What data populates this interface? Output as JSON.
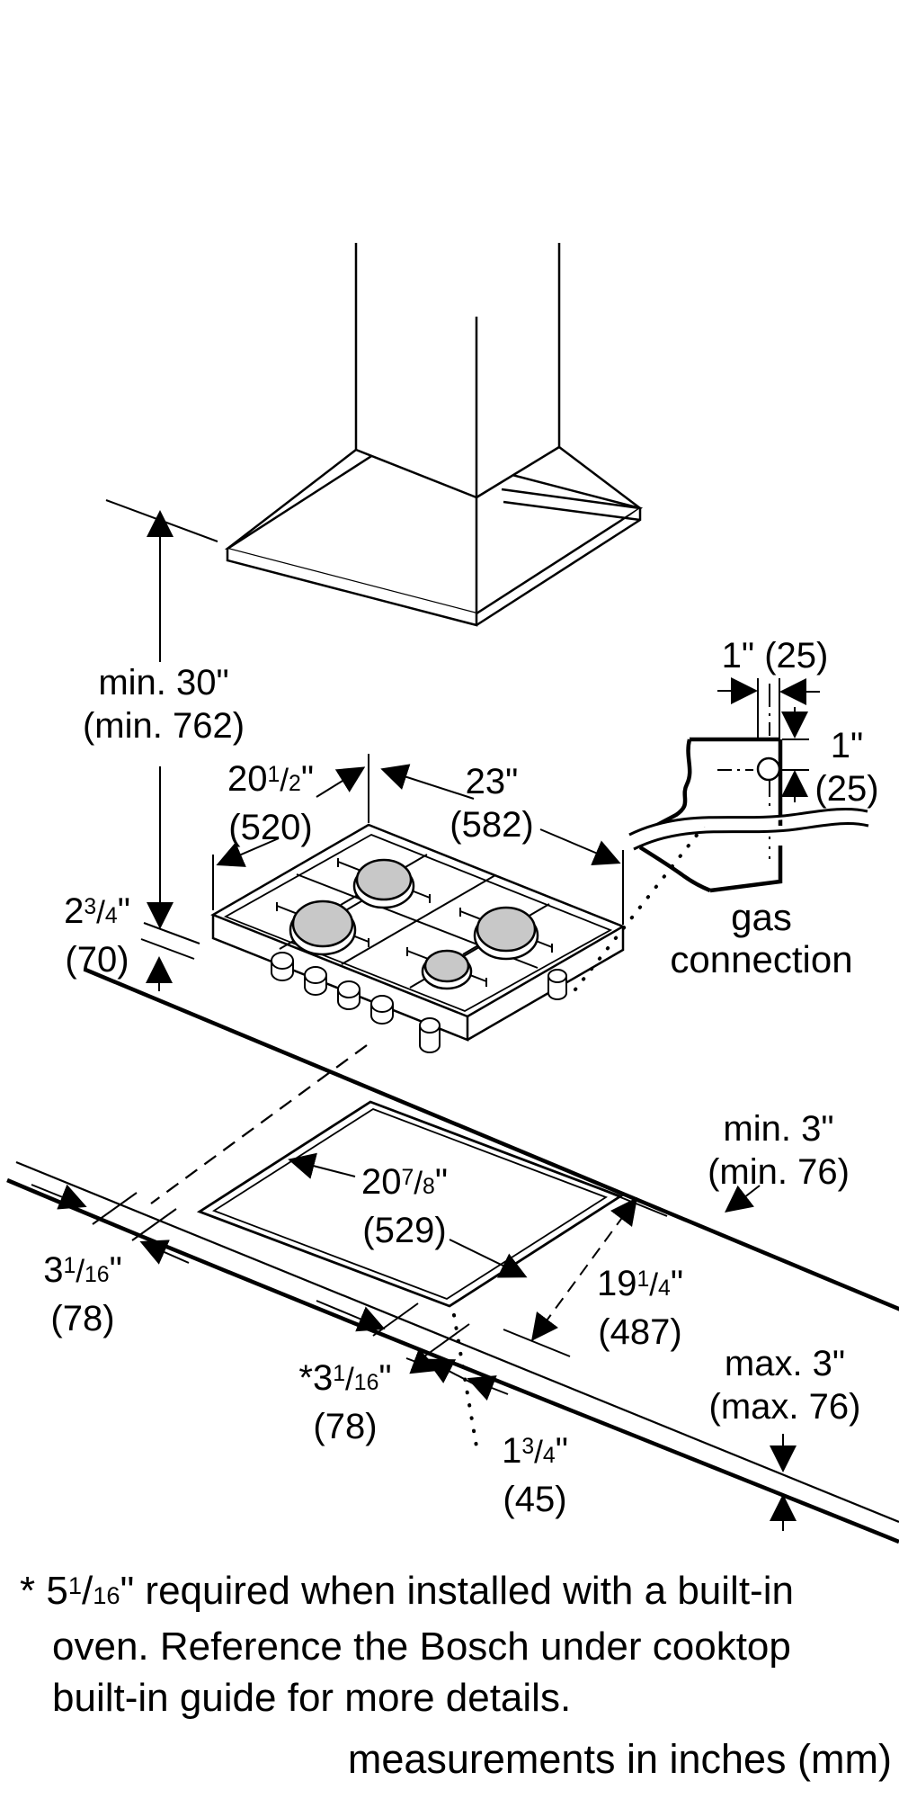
{
  "dims": {
    "hood_clearance": {
      "whole": "min. 30",
      "post": "\"",
      "mm": "(min. 762)"
    },
    "cooktop_depth": {
      "whole": "20",
      "num": "1",
      "den": "2",
      "post": "\"",
      "mm": "(520)"
    },
    "cooktop_width": {
      "whole": "23",
      "post": "\"",
      "mm": "(582)"
    },
    "cooktop_height": {
      "whole": "2",
      "num": "3",
      "den": "4",
      "post": "\"",
      "mm": "(70)"
    },
    "gas_horizontal": {
      "whole": "1",
      "post": "\"",
      "mm": "(25)"
    },
    "gas_vertical": {
      "whole": "1",
      "post": "\"",
      "mm": "(25)"
    },
    "cutout_width": {
      "whole": "20",
      "num": "7",
      "den": "8",
      "post": "\"",
      "mm": "(529)"
    },
    "rear_clearance": {
      "whole": "min. 3",
      "post": "\"",
      "mm": "(min. 76)"
    },
    "side_clearance": {
      "whole": "3",
      "num": "1",
      "den": "16",
      "post": "\"",
      "mm": "(78)"
    },
    "cutout_depth": {
      "whole": "19",
      "num": "1",
      "den": "4",
      "post": "\"",
      "mm": "(487)"
    },
    "front_clearance": {
      "pre": "*",
      "whole": "3",
      "num": "1",
      "den": "16",
      "post": "\"",
      "mm": "(78)"
    },
    "cooktop_overhang": {
      "whole": "1",
      "num": "3",
      "den": "4",
      "post": "\"",
      "mm": "(45)"
    },
    "front_edge_max": {
      "whole": "max. 3",
      "post": "\"",
      "mm": "(max. 76)"
    }
  },
  "labels": {
    "gas_line1": "gas",
    "gas_line2": "connection"
  },
  "footnote": {
    "marker": "*",
    "whole": "5",
    "num": "1",
    "den": "16",
    "post": "\"",
    "line1_rest": " required when installed with a built-in",
    "line2": "oven. Reference the Bosch under cooktop",
    "line3": "built-in guide for more details."
  },
  "units_note": "measurements in inches (mm)",
  "colors": {
    "ink": "#000000",
    "burner_fill": "#c8c8c8",
    "background": "#ffffff"
  }
}
